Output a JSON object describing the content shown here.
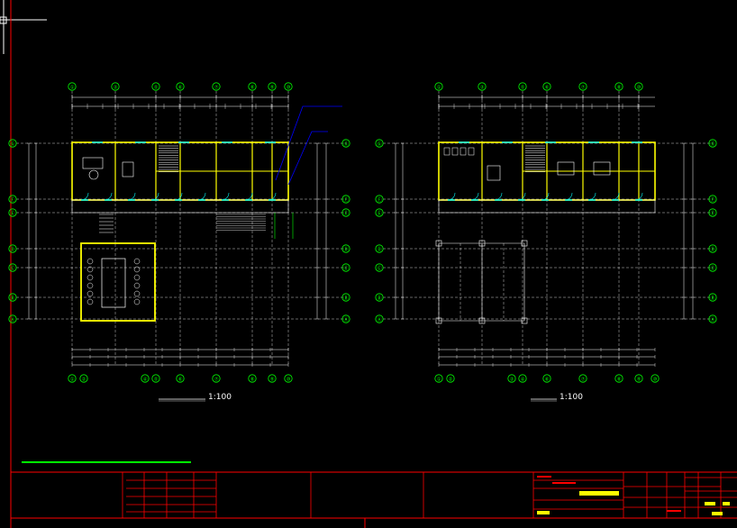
{
  "drawing": {
    "plan_left_scale": "1:100",
    "plan_right_scale": "1:100",
    "grid_columns_left": [
      "①",
      "③",
      "⑤",
      "⑥",
      "⑦",
      "⑧",
      "⑨",
      "⑩"
    ],
    "grid_columns_right": [
      "①",
      "③",
      "⑤",
      "⑥",
      "⑦",
      "⑧",
      "⑩"
    ],
    "grid_rows": [
      "Ⓖ",
      "Ⓕ",
      "Ⓔ",
      "Ⓓ",
      "Ⓒ",
      "Ⓑ",
      "Ⓐ"
    ],
    "bottom_columns_left": [
      "①",
      "②",
      "④",
      "⑤",
      "⑥",
      "⑦",
      "⑧",
      "⑨",
      "⑩"
    ],
    "bottom_columns_right": [
      "①",
      "②",
      "③",
      "④",
      "⑥",
      "⑦",
      "⑧",
      "⑨",
      "⑩"
    ]
  },
  "colors": {
    "border": "#ff0000",
    "wall": "#ffff00",
    "door": "#00ffff",
    "dim": "#ffffff",
    "grid": "#00ff00",
    "annot": "#0000ff",
    "highlight": "#ffff00"
  }
}
